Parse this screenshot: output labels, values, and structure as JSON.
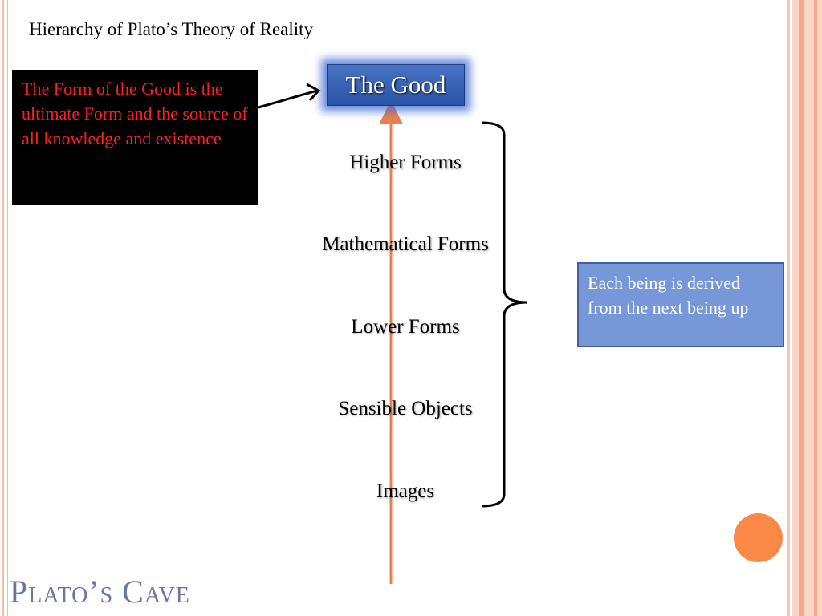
{
  "slide": {
    "heading": "Hierarchy of Plato’s Theory of Reality",
    "footer_title": "Plato’s Cave"
  },
  "notes": {
    "good_note": "The Form of the Good is the ultimate Form and the source of all knowledge and existence",
    "derived_note": "Each being is derived from the next being up"
  },
  "hierarchy": {
    "top": "The Good",
    "levels": [
      "Higher Forms",
      "Mathematical Forms",
      "Lower Forms",
      "Sensible Objects",
      "Images"
    ]
  },
  "colors": {
    "good_box": "#2953a5",
    "arrow": "#e8814f",
    "red_text": "#ff1f1f",
    "blue_note": "#7698d8",
    "accent_circle": "#fc8847",
    "footer_text": "#6a78a1"
  }
}
